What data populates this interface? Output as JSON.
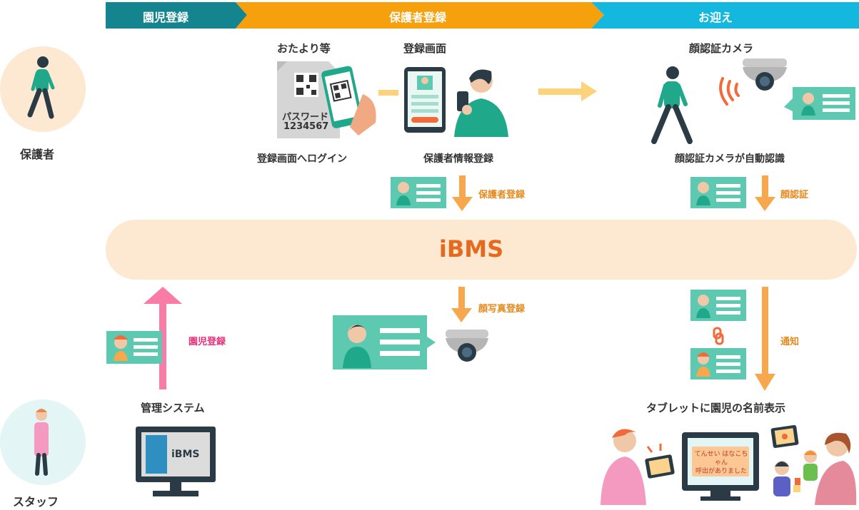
{
  "header": {
    "steps": [
      "園児登録",
      "保護者登録",
      "お迎え"
    ],
    "colors": {
      "step1": "#14858f",
      "step2": "#f5a00c",
      "step3": "#14b8df"
    }
  },
  "roles": {
    "guardian": "保護者",
    "staff": "スタッフ"
  },
  "guardian_row": {
    "notice_title": "おたより等",
    "notice_password_label": "パスワード",
    "notice_password_value": "1234567",
    "login_caption": "登録画面へログイン",
    "register_screen_title": "登録画面",
    "register_caption": "保護者情報登録",
    "face_camera_title": "顔認証カメラ",
    "face_camera_caption": "顔認証カメラが自動認識"
  },
  "flows": {
    "guardian_register": "保護者登録",
    "face_auth": "顔認証",
    "face_photo_register": "顔写真登録",
    "notify": "通知",
    "child_register": "園児登録"
  },
  "system": {
    "name": "iBMS"
  },
  "staff_row": {
    "admin_title": "管理システム",
    "admin_screen_label": "iBMS",
    "tablet_caption": "タブレットに園児の名前表示",
    "tablet_message_line1": "てんせい はなこちゃん",
    "tablet_message_line2": "呼出がありました"
  },
  "colors": {
    "teal": "#5cc9b0",
    "orange": "#f7a84f",
    "pink": "#f87ca5",
    "band": "#fde8d2",
    "ibms_text": "#e56a1e"
  }
}
